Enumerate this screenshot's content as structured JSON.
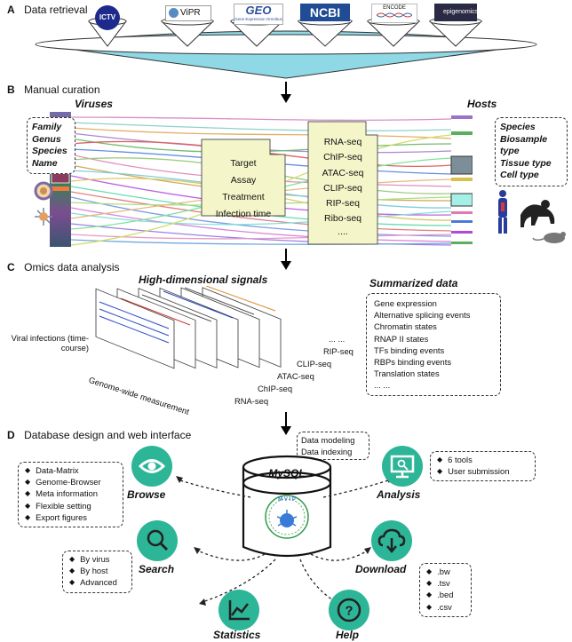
{
  "sections": {
    "a": {
      "letter": "A",
      "title": "Data retrieval"
    },
    "b": {
      "letter": "B",
      "title": "Manual curation"
    },
    "c": {
      "letter": "C",
      "title": "Omics data analysis"
    },
    "d": {
      "letter": "D",
      "title": "Database design and web interface"
    }
  },
  "sources": [
    "ICTV",
    "ViPR",
    "GEO",
    "NCBI",
    "ENCODE",
    "epigenomics"
  ],
  "sources_sub": {
    "geo": "Gene Expression Omnibus"
  },
  "curation": {
    "viruses_heading": "Viruses",
    "hosts_heading": "Hosts",
    "virus_attrs": [
      "Family",
      "Genus",
      "Species",
      "Name"
    ],
    "host_attrs": [
      "Species",
      "Biosample type",
      "Tissue type",
      "Cell type"
    ],
    "meta_fields": [
      "Target",
      "Assay",
      "Treatment",
      "Infection time"
    ],
    "assays": [
      "RNA-seq",
      "ChIP-seq",
      "ATAC-seq",
      "CLIP-seq",
      "RIP-seq",
      "Ribo-seq",
      "...."
    ]
  },
  "omics": {
    "signals_title": "High-dimensional signals",
    "summary_title": "Summarized data",
    "left_label": "Viral infections (time-course)",
    "bottom_label": "Genome-wide measurement",
    "stack_labels": [
      "RNA-seq",
      "ChIP-seq",
      "ATAC-seq",
      "CLIP-seq",
      "RIP-seq",
      "... ..."
    ],
    "summary_items": [
      "Gene expression",
      "Alternative splicing events",
      "Chromatin states",
      "RNAP II states",
      "TFs binding events",
      "RBPs binding events",
      "Translation states",
      "... ..."
    ]
  },
  "db": {
    "db_name": "MySQL",
    "logo_text": "M V I P",
    "modeling": [
      "Data modeling",
      "Data indexing"
    ],
    "browse": {
      "label": "Browse",
      "items": [
        "Data-Matrix",
        "Genome-Browser",
        "Meta information",
        "Flexible setting",
        "Export figures"
      ]
    },
    "analysis": {
      "label": "Analysis",
      "items": [
        "6 tools",
        "User submission"
      ]
    },
    "search": {
      "label": "Search",
      "items": [
        "By virus",
        "By host",
        "Advanced"
      ]
    },
    "download": {
      "label": "Download",
      "items": [
        ".bw",
        ".tsv",
        ".bed",
        ".csv"
      ]
    },
    "statistics": {
      "label": "Statistics"
    },
    "help": {
      "label": "Help"
    }
  },
  "colors": {
    "teal": "#2db597",
    "funnel_fill": "#8fd8e6",
    "meta_box": "#f4f6c9"
  }
}
